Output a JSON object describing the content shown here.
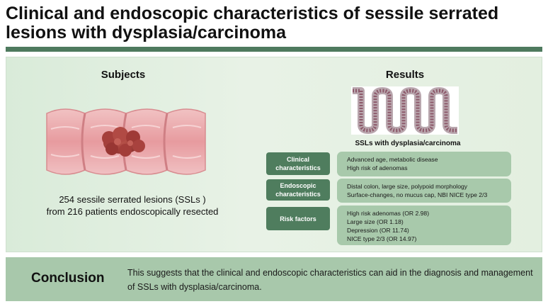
{
  "title": "Clinical and endoscopic characteristics of sessile serrated lesions with dysplasia/carcinoma",
  "subjects": {
    "heading": "Subjects",
    "line1": "254 sessile serrated lesions (SSLs )",
    "line2": "from 216 patients endoscopically resected"
  },
  "results": {
    "heading": "Results",
    "subheading": "SSLs with dysplasia/carcinoma",
    "rows": [
      {
        "label_line1": "Clinical",
        "label_line2": "characteristics",
        "values": [
          "Advanced age, metabolic disease",
          "High risk of adenomas"
        ]
      },
      {
        "label_line1": "Endoscopic",
        "label_line2": "characteristics",
        "values": [
          "Distal colon, large size, polypoid morphology",
          "Surface-changes, no mucus cap, NBI NICE type 2/3"
        ]
      },
      {
        "label_line1": "Risk factors",
        "label_line2": "",
        "values": [
          "High risk adenomas (OR 2.98)",
          "Large size (OR 1.18)",
          "Depression (OR 11.74)",
          "NICE type 2/3 (OR 14.97)"
        ]
      }
    ]
  },
  "conclusion": {
    "label": "Conclusion",
    "text": "This suggests that the clinical and endoscopic characteristics can aid in the diagnosis and management of SSLs with dysplasia/carcinoma."
  },
  "colors": {
    "accent_dark_green": "#4e7a5e",
    "label_box_green": "#4f7d5e",
    "value_box_green": "#a8c9ab",
    "panel_light_green": "#e3efe0",
    "colon_pink": "#e9a3a6",
    "lesion_red": "#a9433f"
  },
  "icons": {
    "colon": "colon-segment-illustration",
    "lesion": "sessile-serrated-lesion",
    "crypt": "serrated-crypt-illustration"
  }
}
